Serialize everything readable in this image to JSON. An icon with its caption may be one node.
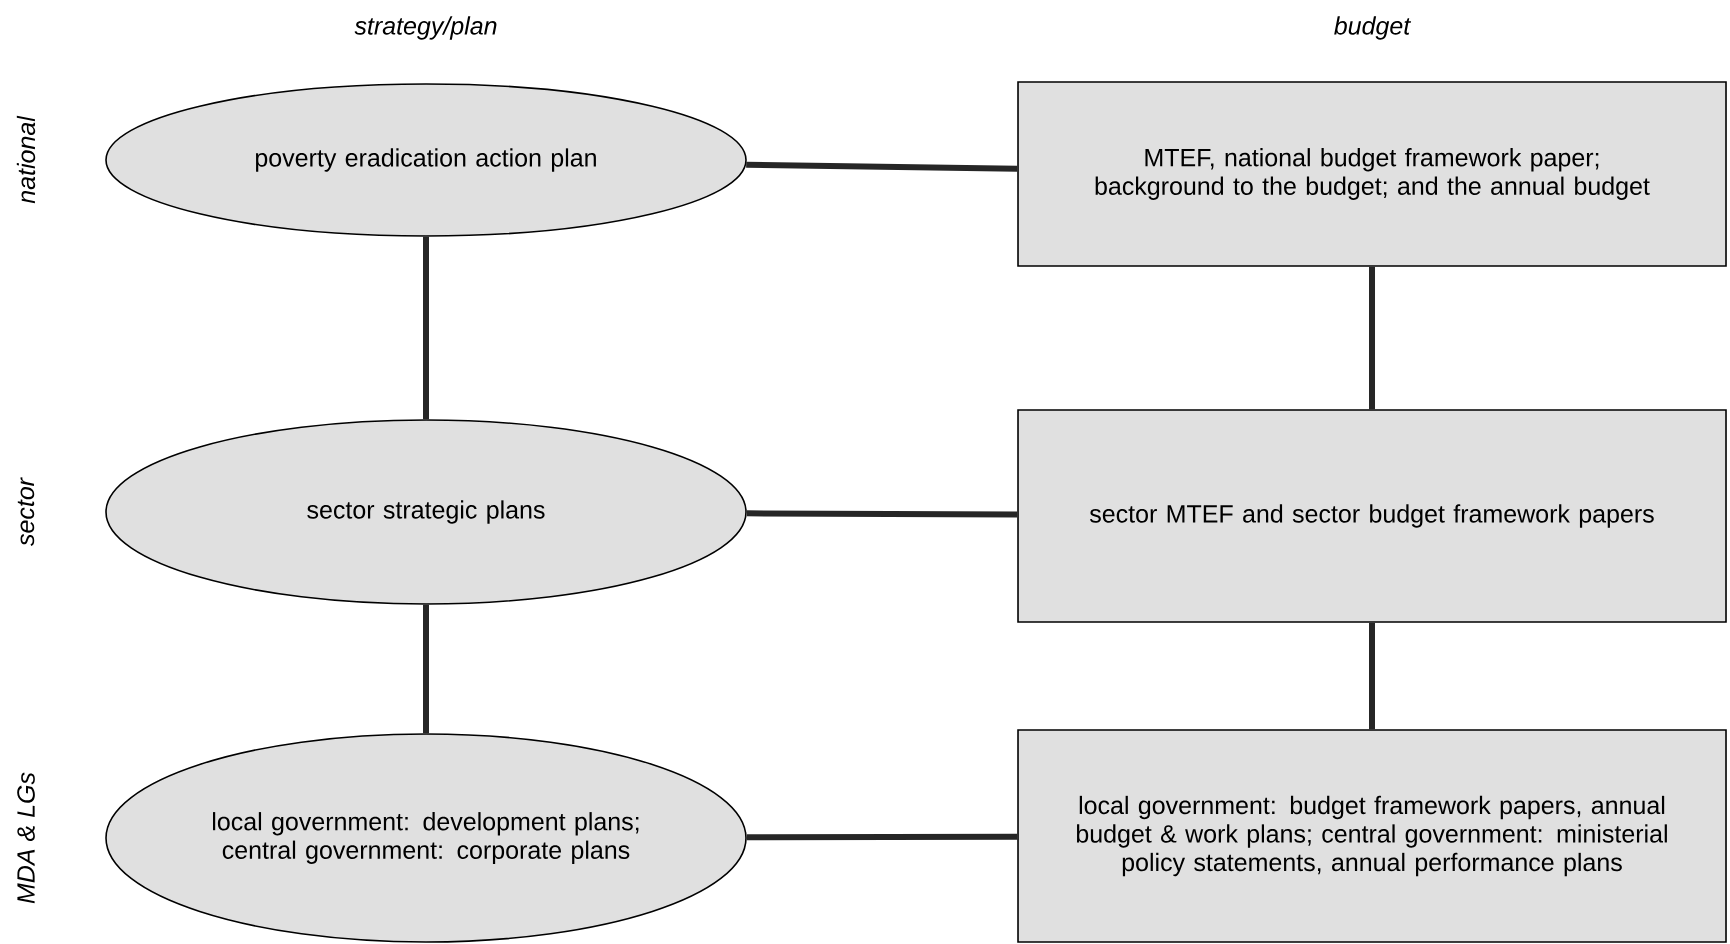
{
  "diagram": {
    "nodes": [
      {
        "text": [
          "poverty eradication action plan"
        ]
      },
      {
        "text": [
          "MTEF, national budget framework paper; background to the budget; and the annual budget"
        ]
      },
      {
        "text": [
          "sector strategic plans"
        ]
      },
      {
        "text": [
          "sector MTEF and sector budget framework papers"
        ]
      },
      {
        "text": [
          "local government: development plans; central government: corporate plans"
        ]
      },
      {
        "text": [
          "local government: budget framework papers, annual budget & work plans; central government: ministerial policy statements, annual performance plans"
        ]
      }
    ],
    "edges": [
      {
        "from": 0,
        "to": 1,
        "arrow": "none"
      },
      {
        "from": 0,
        "to": 2,
        "arrow": "none"
      },
      {
        "from": 1,
        "to": 3,
        "arrow": "none"
      },
      {
        "from": 2,
        "to": 3,
        "arrow": "none"
      },
      {
        "from": 2,
        "to": 4,
        "arrow": "none"
      },
      {
        "from": 3,
        "to": 5,
        "arrow": "none"
      },
      {
        "from": 4,
        "to": 5,
        "arrow": "none"
      }
    ],
    "labels": [
      "strategy/plan",
      "budget",
      "national",
      "sector",
      "MDA & LGs"
    ]
  }
}
